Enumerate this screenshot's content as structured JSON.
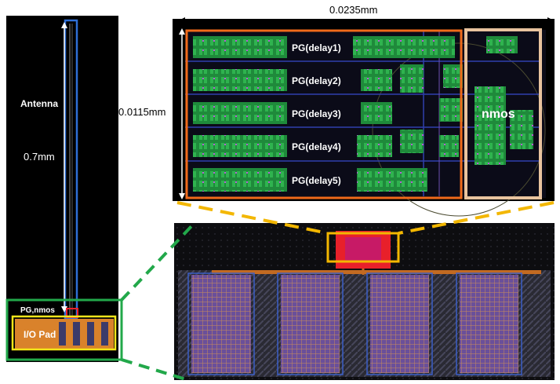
{
  "left_panel": {
    "antenna_label": "Antenna",
    "length_label": "0.7mm",
    "pg_nmos_label": "PG,nmos",
    "io_pad_label": "I/O Pad"
  },
  "top_right_panel": {
    "width_label": "0.0235mm",
    "height_label": "0.0115mm",
    "pg_blocks": [
      {
        "label": "PG(delay1)"
      },
      {
        "label": "PG(delay2)"
      },
      {
        "label": "PG(delay3)"
      },
      {
        "label": "PG(delay4)"
      },
      {
        "label": "PG(delay5)"
      }
    ],
    "nmos_label": "nmos"
  },
  "colors": {
    "background_black": "#000000",
    "antenna_blue": "#2f6fd6",
    "callout_green": "#22a84a",
    "callout_yellow": "#f3b700",
    "pg_border_orange": "#f06a1a",
    "nmos_border_tan": "#e8c39e",
    "pad_orange": "#d9822b",
    "red_block": "#e8202a"
  }
}
